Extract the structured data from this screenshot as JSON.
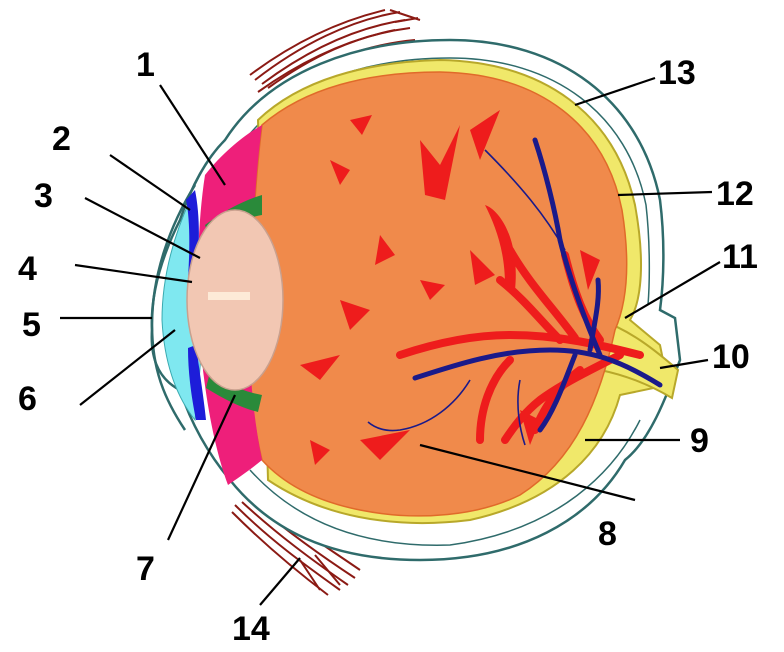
{
  "colors": {
    "sclera": "#ffffff",
    "sclera_outline": "#2f6b6b",
    "choroid": "#f0e86a",
    "vitreous": "#f08a4b",
    "retina_spots": "#ee1c1c",
    "iris_ciliary": "#ee1f7a",
    "iris_blue": "#1d1dd9",
    "lens": "#f2c7b3",
    "zonule": "#2a8a3a",
    "anterior_chamber": "#7fe8f0",
    "vein": "#1a1a8a",
    "artery": "#ee1c1c",
    "muscle": "#8b1a14"
  },
  "labels": [
    {
      "id": "1",
      "text": "1"
    },
    {
      "id": "2",
      "text": "2"
    },
    {
      "id": "3",
      "text": "3"
    },
    {
      "id": "4",
      "text": "4"
    },
    {
      "id": "5",
      "text": "5"
    },
    {
      "id": "6",
      "text": "6"
    },
    {
      "id": "7",
      "text": "7"
    },
    {
      "id": "8",
      "text": "8"
    },
    {
      "id": "9",
      "text": "9"
    },
    {
      "id": "10",
      "text": "10"
    },
    {
      "id": "11",
      "text": "11"
    },
    {
      "id": "12",
      "text": "12"
    },
    {
      "id": "13",
      "text": "13"
    },
    {
      "id": "14",
      "text": "14"
    }
  ]
}
